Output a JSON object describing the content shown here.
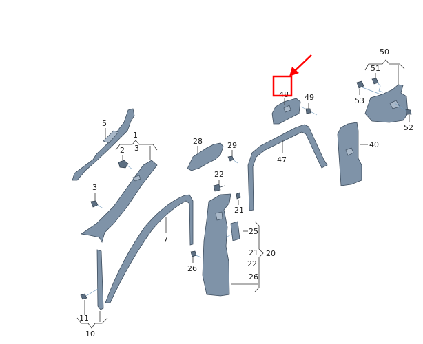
{
  "diagram": {
    "type": "exploded-parts-diagram",
    "subject": "pillar interior trim panels",
    "highlight": {
      "target_label": "48",
      "box_color": "#ff0000",
      "arrow_color": "#ff0000"
    },
    "colors": {
      "part_fill": "#7f93a8",
      "part_outline": "#3d4d5e",
      "label_text": "#1a1a1a",
      "background": "#ffffff"
    },
    "labels": {
      "l1": "1",
      "l2": "2",
      "l3a": "3",
      "l3b": "3",
      "l5": "5",
      "l7": "7",
      "l10": "10",
      "l11": "11",
      "l20": "20",
      "l21a": "21",
      "l21b": "21",
      "l22a": "22",
      "l22b": "22",
      "l25": "25",
      "l26a": "26",
      "l26b": "26",
      "l28": "28",
      "l29": "29",
      "l40": "40",
      "l47": "47",
      "l48": "48",
      "l49": "49",
      "l50": "50",
      "l51": "51",
      "l52": "52",
      "l53": "53"
    },
    "groups": [
      {
        "parent": "1",
        "children": [
          "2",
          "3"
        ]
      },
      {
        "parent": "10",
        "children": [
          "11"
        ]
      },
      {
        "parent": "20",
        "children": [
          "21",
          "22",
          "25",
          "26"
        ]
      },
      {
        "parent": "50",
        "children": [
          "51",
          "52",
          "53"
        ]
      }
    ]
  }
}
